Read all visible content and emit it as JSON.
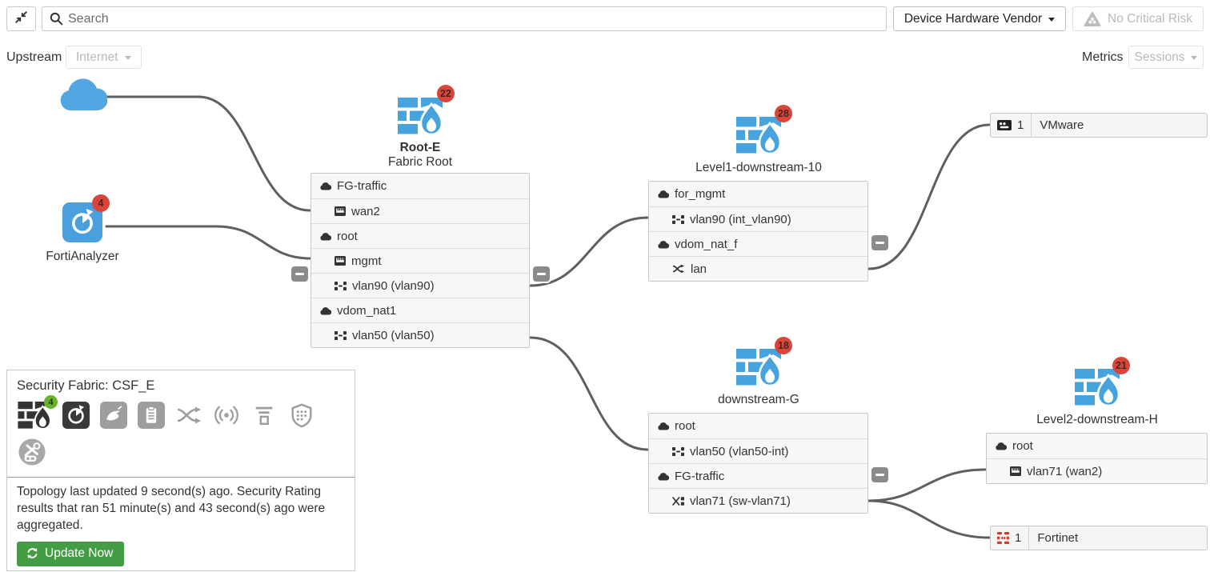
{
  "topbar": {
    "search_placeholder": "Search",
    "vendor_dropdown_label": "Device Hardware Vendor",
    "risk_label": "No Critical Risk"
  },
  "toolbar": {
    "upstream_label": "Upstream",
    "upstream_value": "Internet",
    "metrics_label": "Metrics",
    "metrics_value": "Sessions"
  },
  "colors": {
    "accent_blue": "#4aa0dc",
    "badge_red": "#d9453a",
    "badge_green": "#67b32e",
    "button_green": "#449c44",
    "connector_gray": "#5d5f60"
  },
  "topology": {
    "fortianalyzer": {
      "label": "FortiAnalyzer",
      "badge": "4"
    },
    "root_e": {
      "title": "Root-E",
      "subtitle": "Fabric Root",
      "badge": "22",
      "rows": [
        {
          "label": "FG-traffic"
        },
        {
          "label": "wan2"
        },
        {
          "label": "root"
        },
        {
          "label": "mgmt"
        },
        {
          "label": "vlan90 (vlan90)"
        },
        {
          "label": "vdom_nat1"
        },
        {
          "label": "vlan50 (vlan50)"
        }
      ]
    },
    "level1": {
      "title": "Level1-downstream-10",
      "badge": "28",
      "rows": [
        {
          "label": "for_mgmt"
        },
        {
          "label": "vlan90 (int_vlan90)"
        },
        {
          "label": "vdom_nat_f"
        },
        {
          "label": "lan"
        }
      ]
    },
    "downstream_g": {
      "title": "downstream-G",
      "badge": "18",
      "rows": [
        {
          "label": "root"
        },
        {
          "label": "vlan50 (vlan50-int)"
        },
        {
          "label": "FG-traffic"
        },
        {
          "label": "vlan71 (sw-vlan71)"
        }
      ]
    },
    "level2": {
      "title": "Level2-downstream-H",
      "badge": "21",
      "rows": [
        {
          "label": "root"
        },
        {
          "label": "vlan71 (wan2)"
        }
      ]
    },
    "endpoints": [
      {
        "count": "1",
        "label": "VMware"
      },
      {
        "count": "1",
        "label": "Fortinet"
      }
    ]
  },
  "fabric": {
    "title": "Security Fabric: CSF_E",
    "fortigate_badge": "4",
    "status_text": "Topology last updated 9 second(s) ago. Security Rating results that ran 51 minute(s) and 43 second(s) ago were aggregated.",
    "update_label": "Update Now"
  }
}
